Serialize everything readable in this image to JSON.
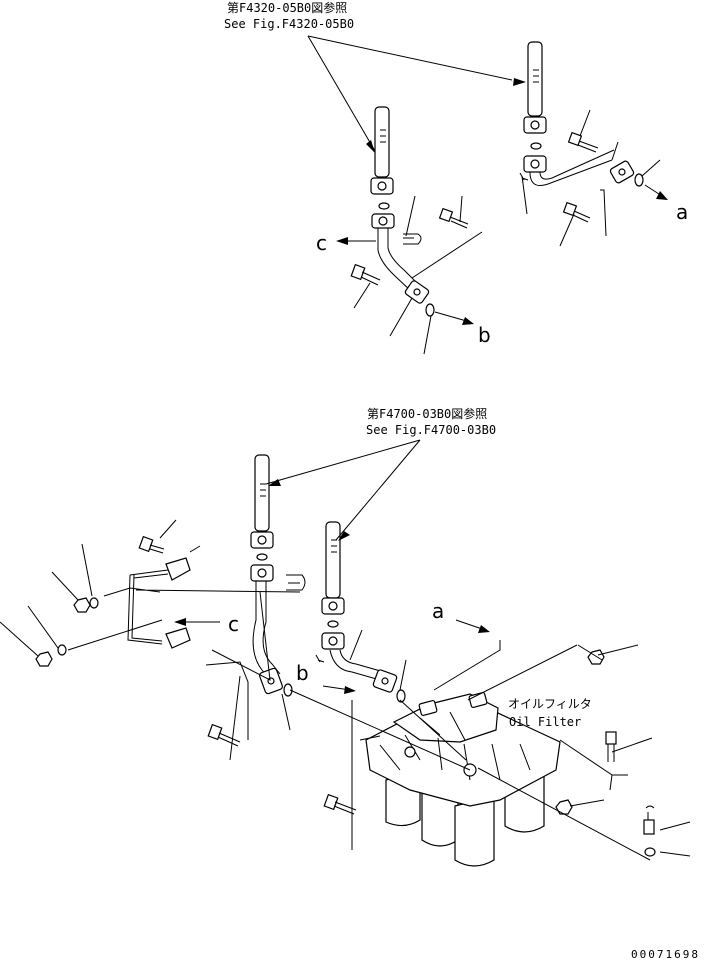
{
  "references": {
    "upper": {
      "jp": "第F4320-05B0図参照",
      "en": "See Fig.F4320-05B0"
    },
    "lower": {
      "jp": "第F4700-03B0図参照",
      "en": "See Fig.F4700-03B0"
    }
  },
  "callouts": {
    "a": "a",
    "b": "b",
    "c": "c"
  },
  "component": {
    "jp": "オイルフィルタ",
    "en": "Oil Filter"
  },
  "drawing_code": "00071698"
}
